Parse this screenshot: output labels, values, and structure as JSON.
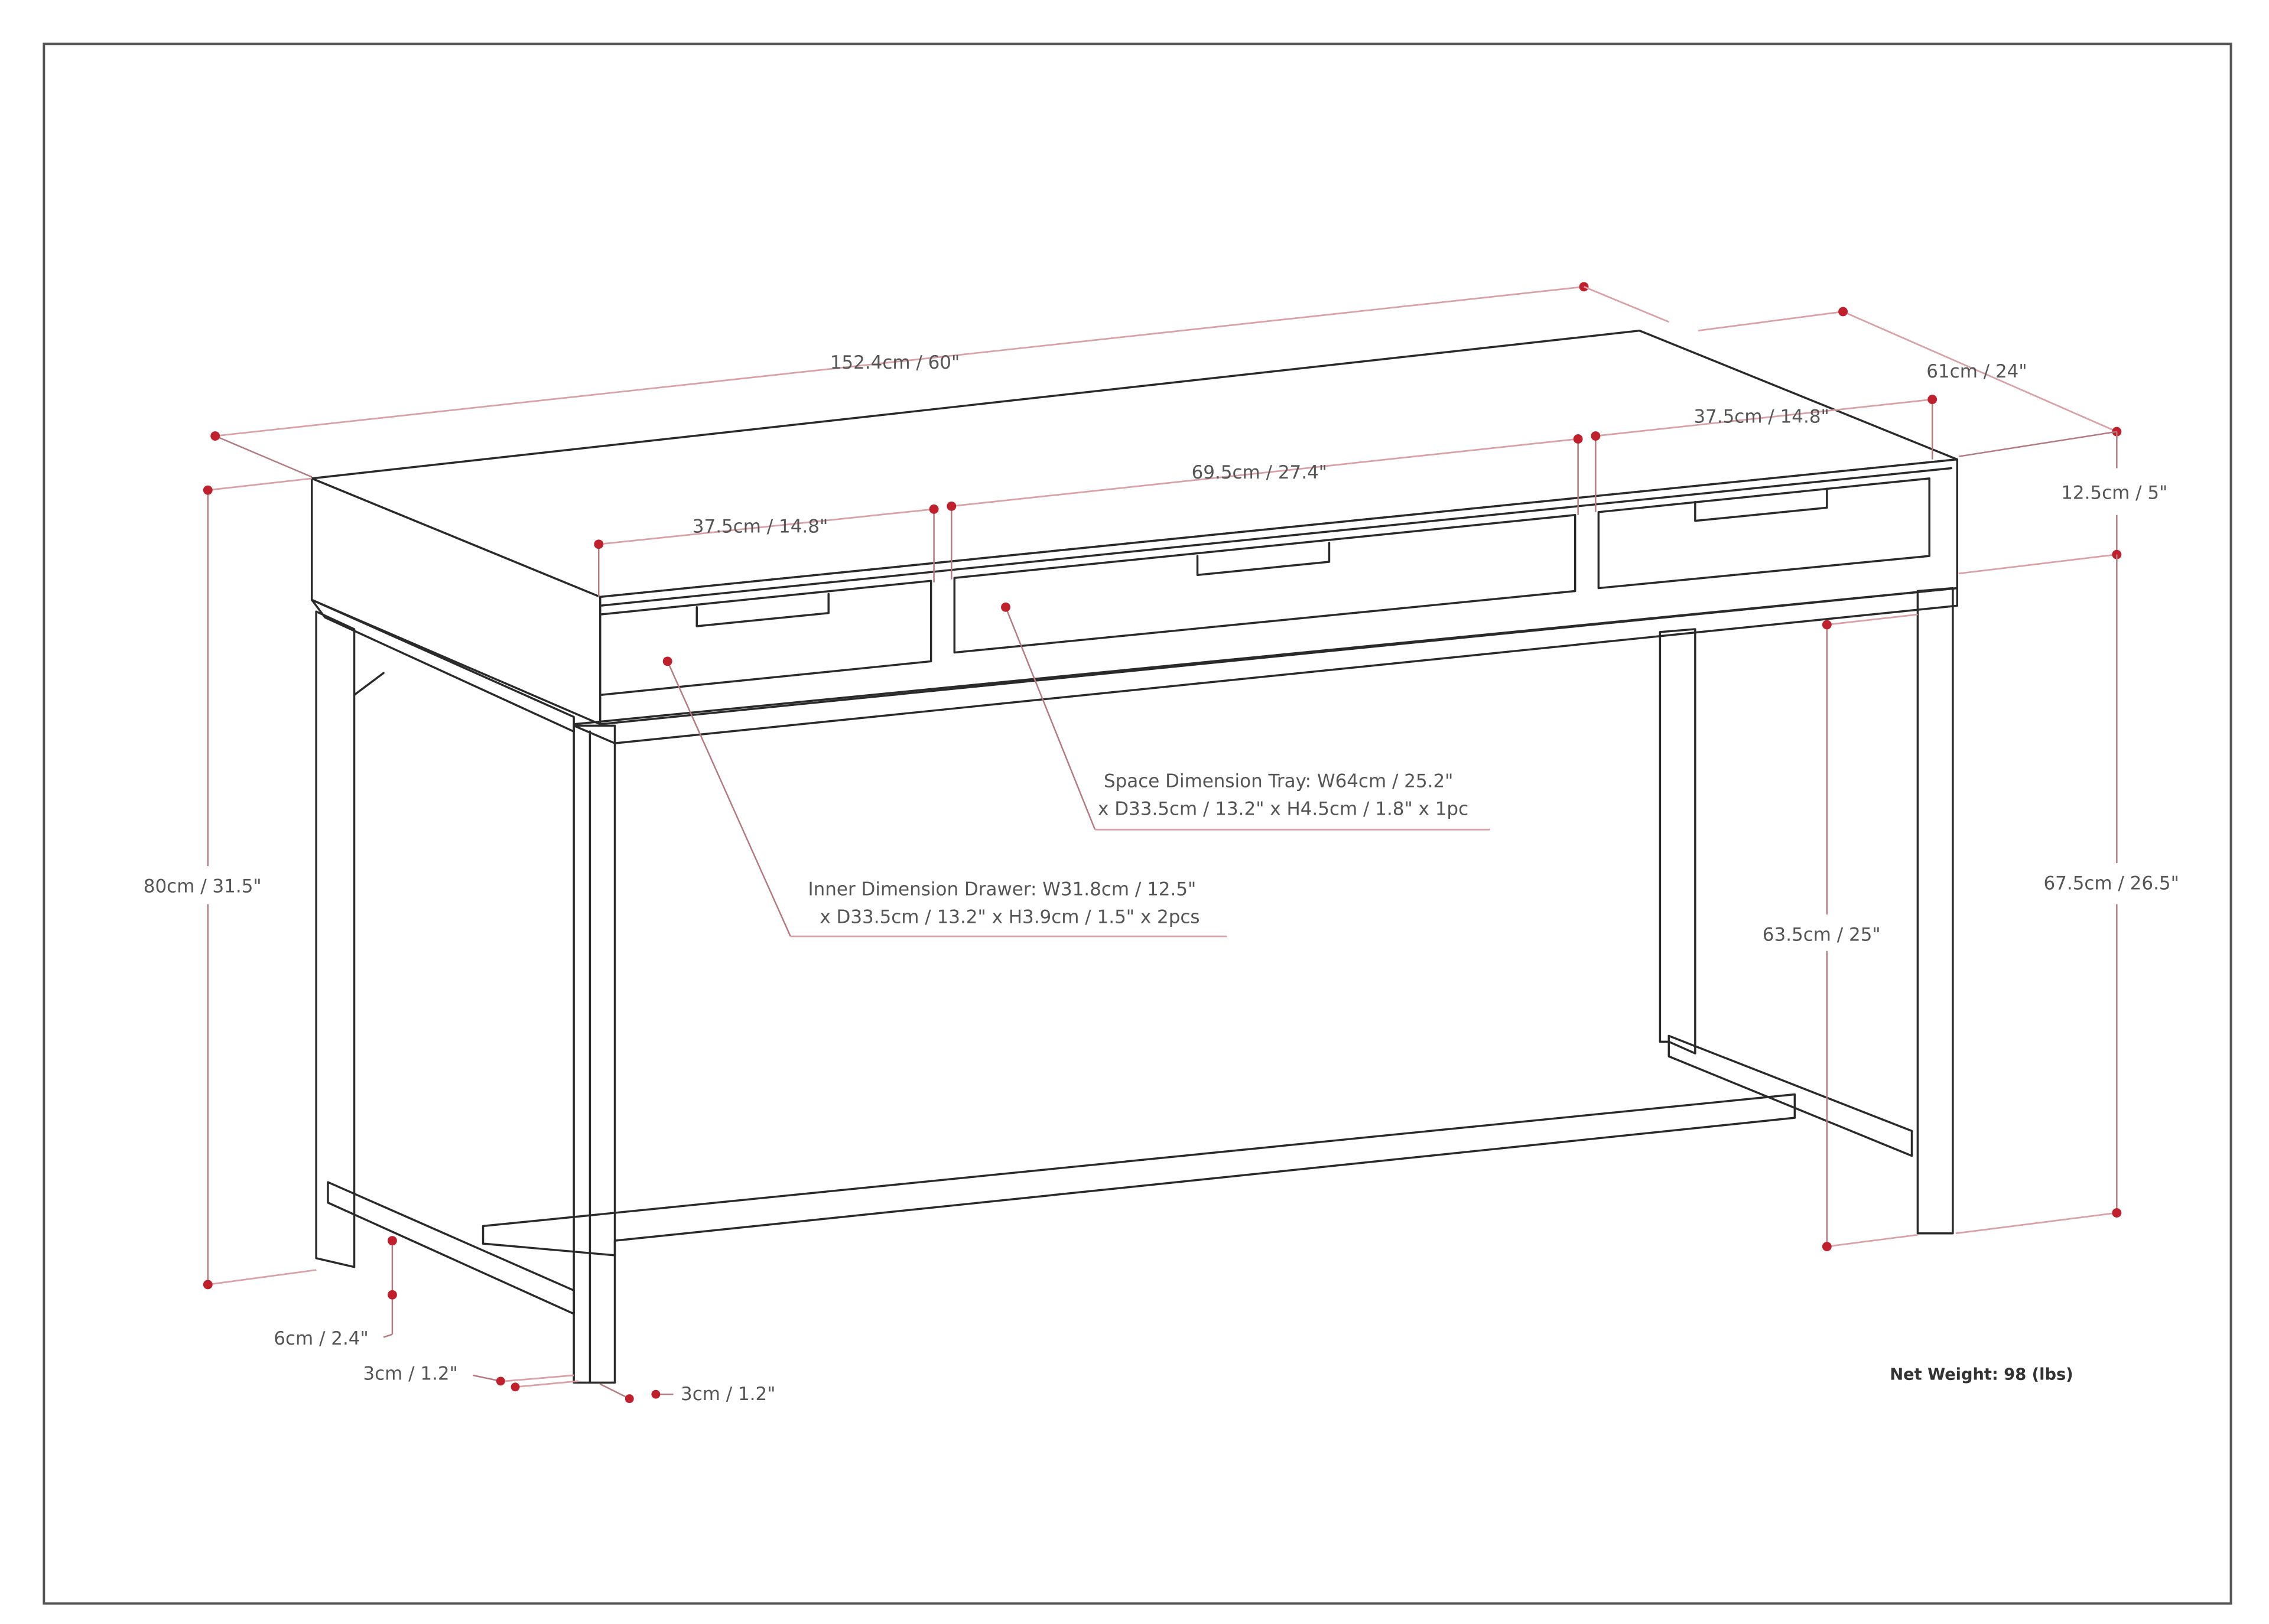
{
  "diagram": {
    "title": "Desk dimension drawing",
    "colors": {
      "frame": "#555555",
      "outline": "#2a2a2a",
      "dimension_line": "#d9a0a5",
      "dimension_dot": "#c0202c",
      "label_text": "#555555"
    },
    "dimensions": {
      "overall_width": "152.4cm / 60\"",
      "overall_depth": "61cm / 24\"",
      "overall_height": "80cm / 31.5\"",
      "left_drawer_width": "37.5cm / 14.8\"",
      "center_tray_width": "69.5cm / 27.4\"",
      "right_drawer_width": "37.5cm / 14.8\"",
      "apron_height": "12.5cm / 5\"",
      "under_apron_height": "67.5cm / 26.5\"",
      "knee_clearance": "63.5cm / 25\"",
      "foot_height": "6cm / 2.4\"",
      "leg_width": "3cm / 1.2\"",
      "leg_depth": "3cm / 1.2\""
    },
    "callouts": {
      "tray_line1": "Space Dimension Tray: W64cm / 25.2\"",
      "tray_line2": "x D33.5cm / 13.2\" x H4.5cm / 1.8\" x 1pc",
      "drawer_line1": "Inner Dimension Drawer: W31.8cm / 12.5\"",
      "drawer_line2": "x D33.5cm / 13.2\" x H3.9cm / 1.5\" x 2pcs"
    },
    "net_weight": "Net Weight:  98 (lbs)"
  }
}
